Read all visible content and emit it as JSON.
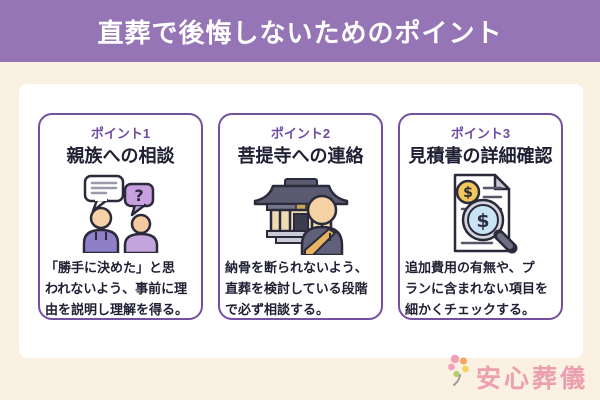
{
  "header": {
    "title": "直葬で後悔しないためのポイント"
  },
  "cards": [
    {
      "point_label": "ポイント1",
      "title": "親族への相談",
      "icon": "consultation-speech-icon",
      "description": "「勝手に決めた」と思\nわれないよう、事前に理\n由を説明し理解を得る。"
    },
    {
      "point_label": "ポイント2",
      "title": "菩提寺への連絡",
      "icon": "temple-monk-icon",
      "description": "納骨を断られないよう、\n直葬を検討している段階\nで必ず相談する。"
    },
    {
      "point_label": "ポイント3",
      "title": "見積書の詳細確認",
      "icon": "estimate-magnifier-icon",
      "description": "追加費用の有無や、プ\nランに含まれない項目を\n細かくチェックする。"
    }
  ],
  "footer": {
    "logo_text": "安心葬儀",
    "logo_icon": "flower-logo-icon"
  },
  "colors": {
    "header_bg": "#9575B5",
    "background_cream": "#FBF1E2",
    "panel_white": "#FFFFFF",
    "card_border_purple": "#7450A0",
    "point_label_purple": "#6F4BA3",
    "text_dark": "#1F1F33",
    "logo_pink": "#EB9FAF"
  }
}
